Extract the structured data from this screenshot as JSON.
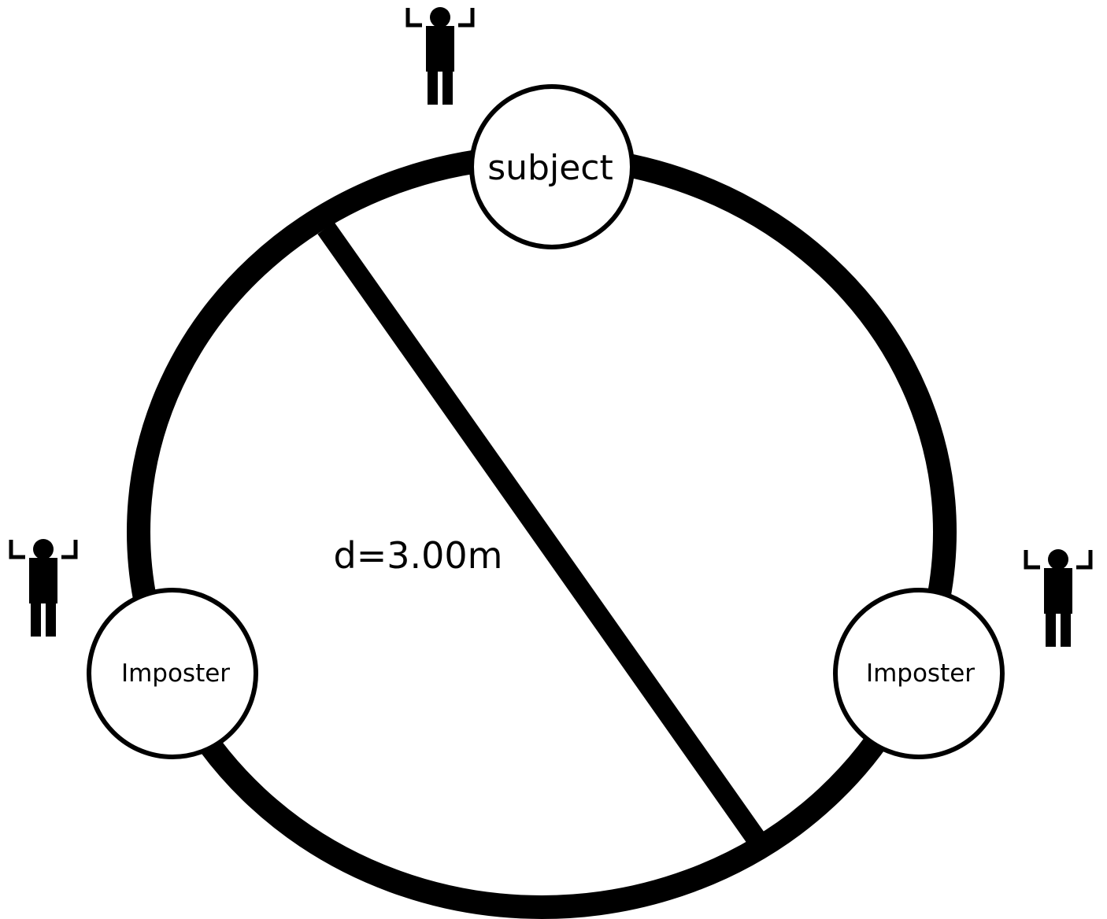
{
  "diagram": {
    "diameter_label": "d=3.00m",
    "positions": [
      {
        "id": "top",
        "label": "subject"
      },
      {
        "id": "left",
        "label": "Imposter"
      },
      {
        "id": "right",
        "label": "Imposter"
      }
    ],
    "icons": [
      "person-arms-raised-icon",
      "person-arms-raised-icon",
      "person-arms-raised-icon"
    ],
    "colors": {
      "stroke": "#000000",
      "background": "#ffffff"
    }
  }
}
